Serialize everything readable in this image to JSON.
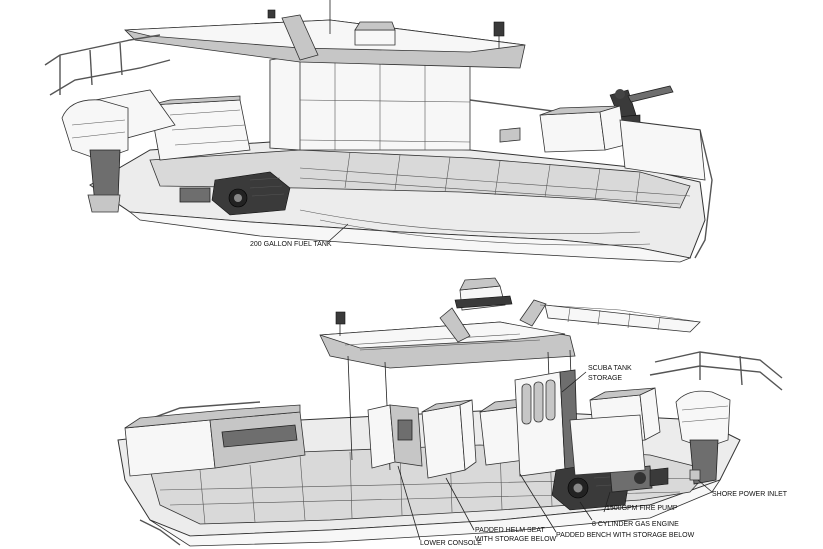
{
  "callouts": {
    "fuel_tank": "200 GALLON FUEL TANK",
    "scuba_storage_line1": "SCUBA TANK",
    "scuba_storage_line2": "STORAGE",
    "fire_pump": "1500GPM FIRE PUMP",
    "gas_engine": "8 CYLINDER GAS ENGINE",
    "padded_bench": "PADDED BENCH WITH STORAGE BELOW",
    "helm_seat_line1": "PADDED HELM SEAT",
    "helm_seat_line2": "WITH STORAGE BELOW",
    "lower_console": "LOWER CONSOLE",
    "shore_power": "SHORE POWER INLET"
  },
  "colors": {
    "background": "#ffffff",
    "line": "#222222",
    "hull": "#ececec",
    "engine": "#3a3a3a"
  }
}
